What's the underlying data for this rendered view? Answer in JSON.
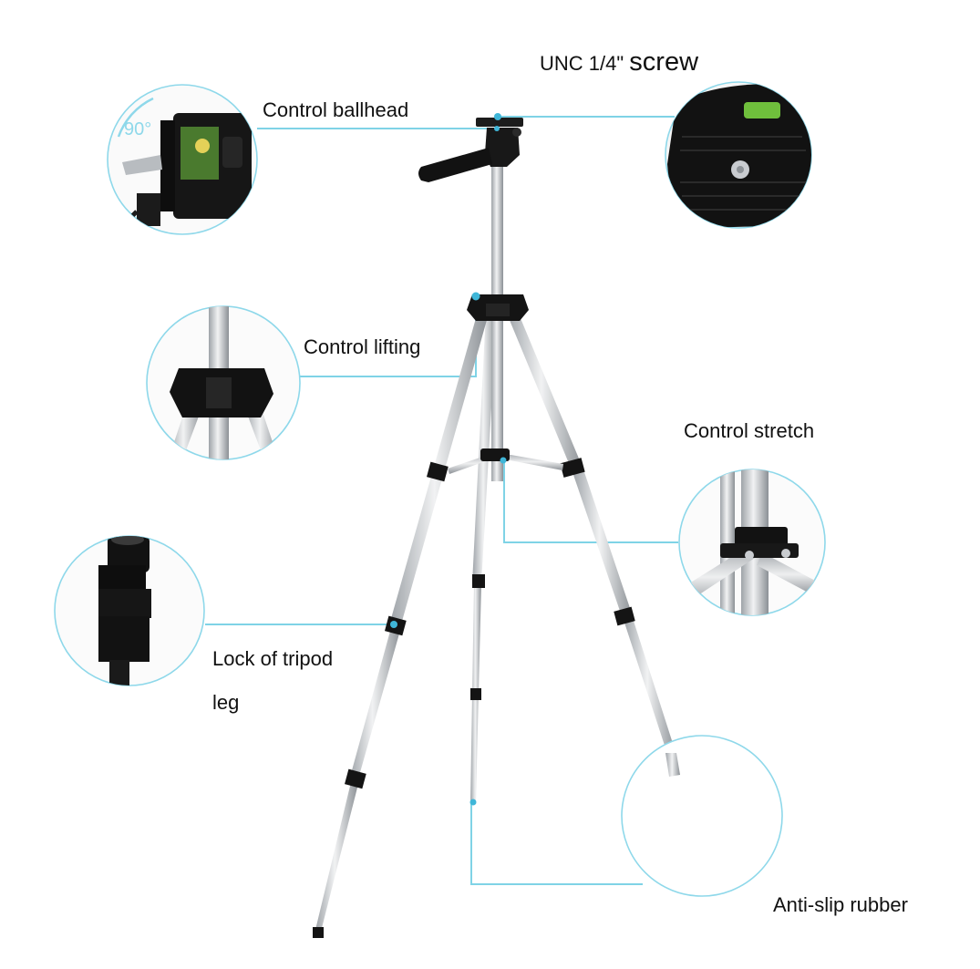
{
  "labels": {
    "unc_prefix": "UNC 1/4\"",
    "unc_word": "screw",
    "control_ballhead": "Control ballhead",
    "control_lifting": "Control lifting",
    "control_stretch": "Control stretch",
    "lock_line1": "Lock of tripod",
    "lock_line2": "leg",
    "anti_slip": "Anti-slip rubber",
    "angle": "90°"
  },
  "colors": {
    "callout_line": "#7fd3e6",
    "accent_dot": "#3fb6d8",
    "tripod_black": "#141414",
    "aluminium": "#c9ccd0",
    "label_text": "#111111"
  },
  "icons": [
    "camera-icon",
    "mounting-plate-icon",
    "leg-lock-icon",
    "center-column-icon",
    "leg-brace-icon",
    "rubber-foot-icon"
  ]
}
